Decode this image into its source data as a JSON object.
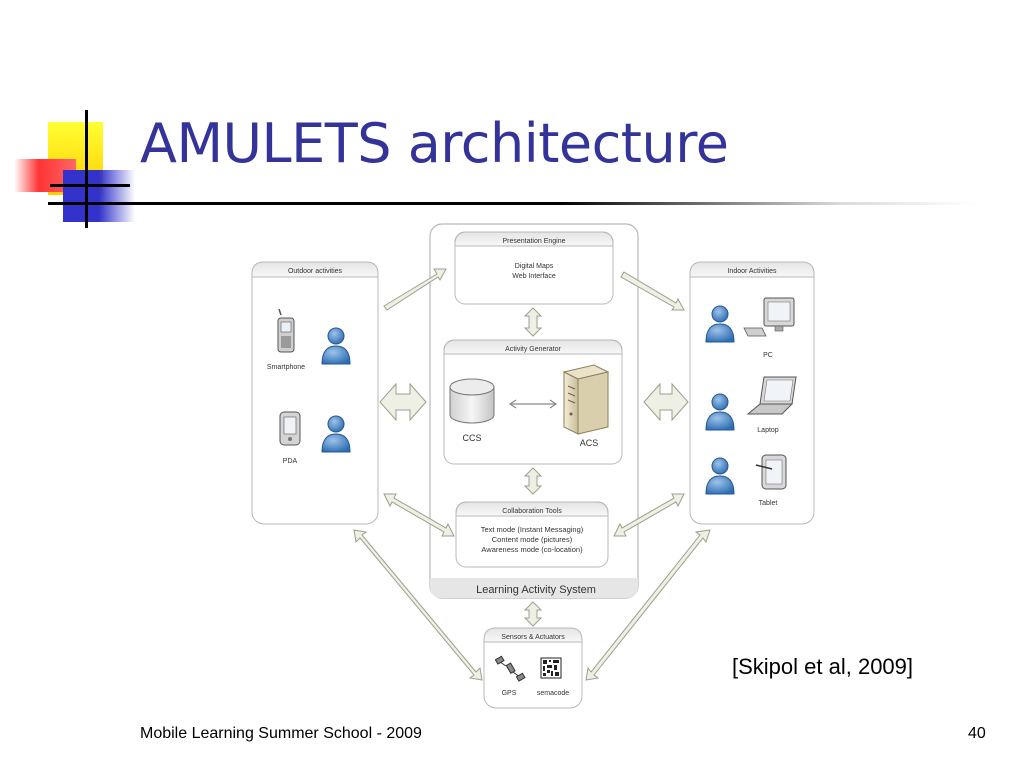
{
  "slide": {
    "title": "AMULETS architecture",
    "citation": "[Skipol et al, 2009]",
    "footer": "Mobile Learning Summer School - 2009",
    "page_number": "40"
  },
  "diagram": {
    "system_label": "Learning Activity System",
    "presentation": {
      "title": "Presentation Engine",
      "line1": "Digital Maps",
      "line2": "Web Interface"
    },
    "activity": {
      "title": "Activity Generator",
      "ccs": "CCS",
      "acs": "ACS"
    },
    "collaboration": {
      "title": "Collaboration Tools",
      "line1": "Text mode (Instant Messaging)",
      "line2": "Content mode (pictures)",
      "line3": "Awareness mode (co-location)"
    },
    "outdoor": {
      "title": "Outdoor activities",
      "smartphone": "Smartphone",
      "pda": "PDA"
    },
    "indoor": {
      "title": "Indoor Activities",
      "pc": "PC",
      "laptop": "Laptop",
      "tablet": "Tablet"
    },
    "sensors": {
      "title": "Sensors & Actuators",
      "gps": "GPS",
      "semacode": "semacode"
    }
  }
}
